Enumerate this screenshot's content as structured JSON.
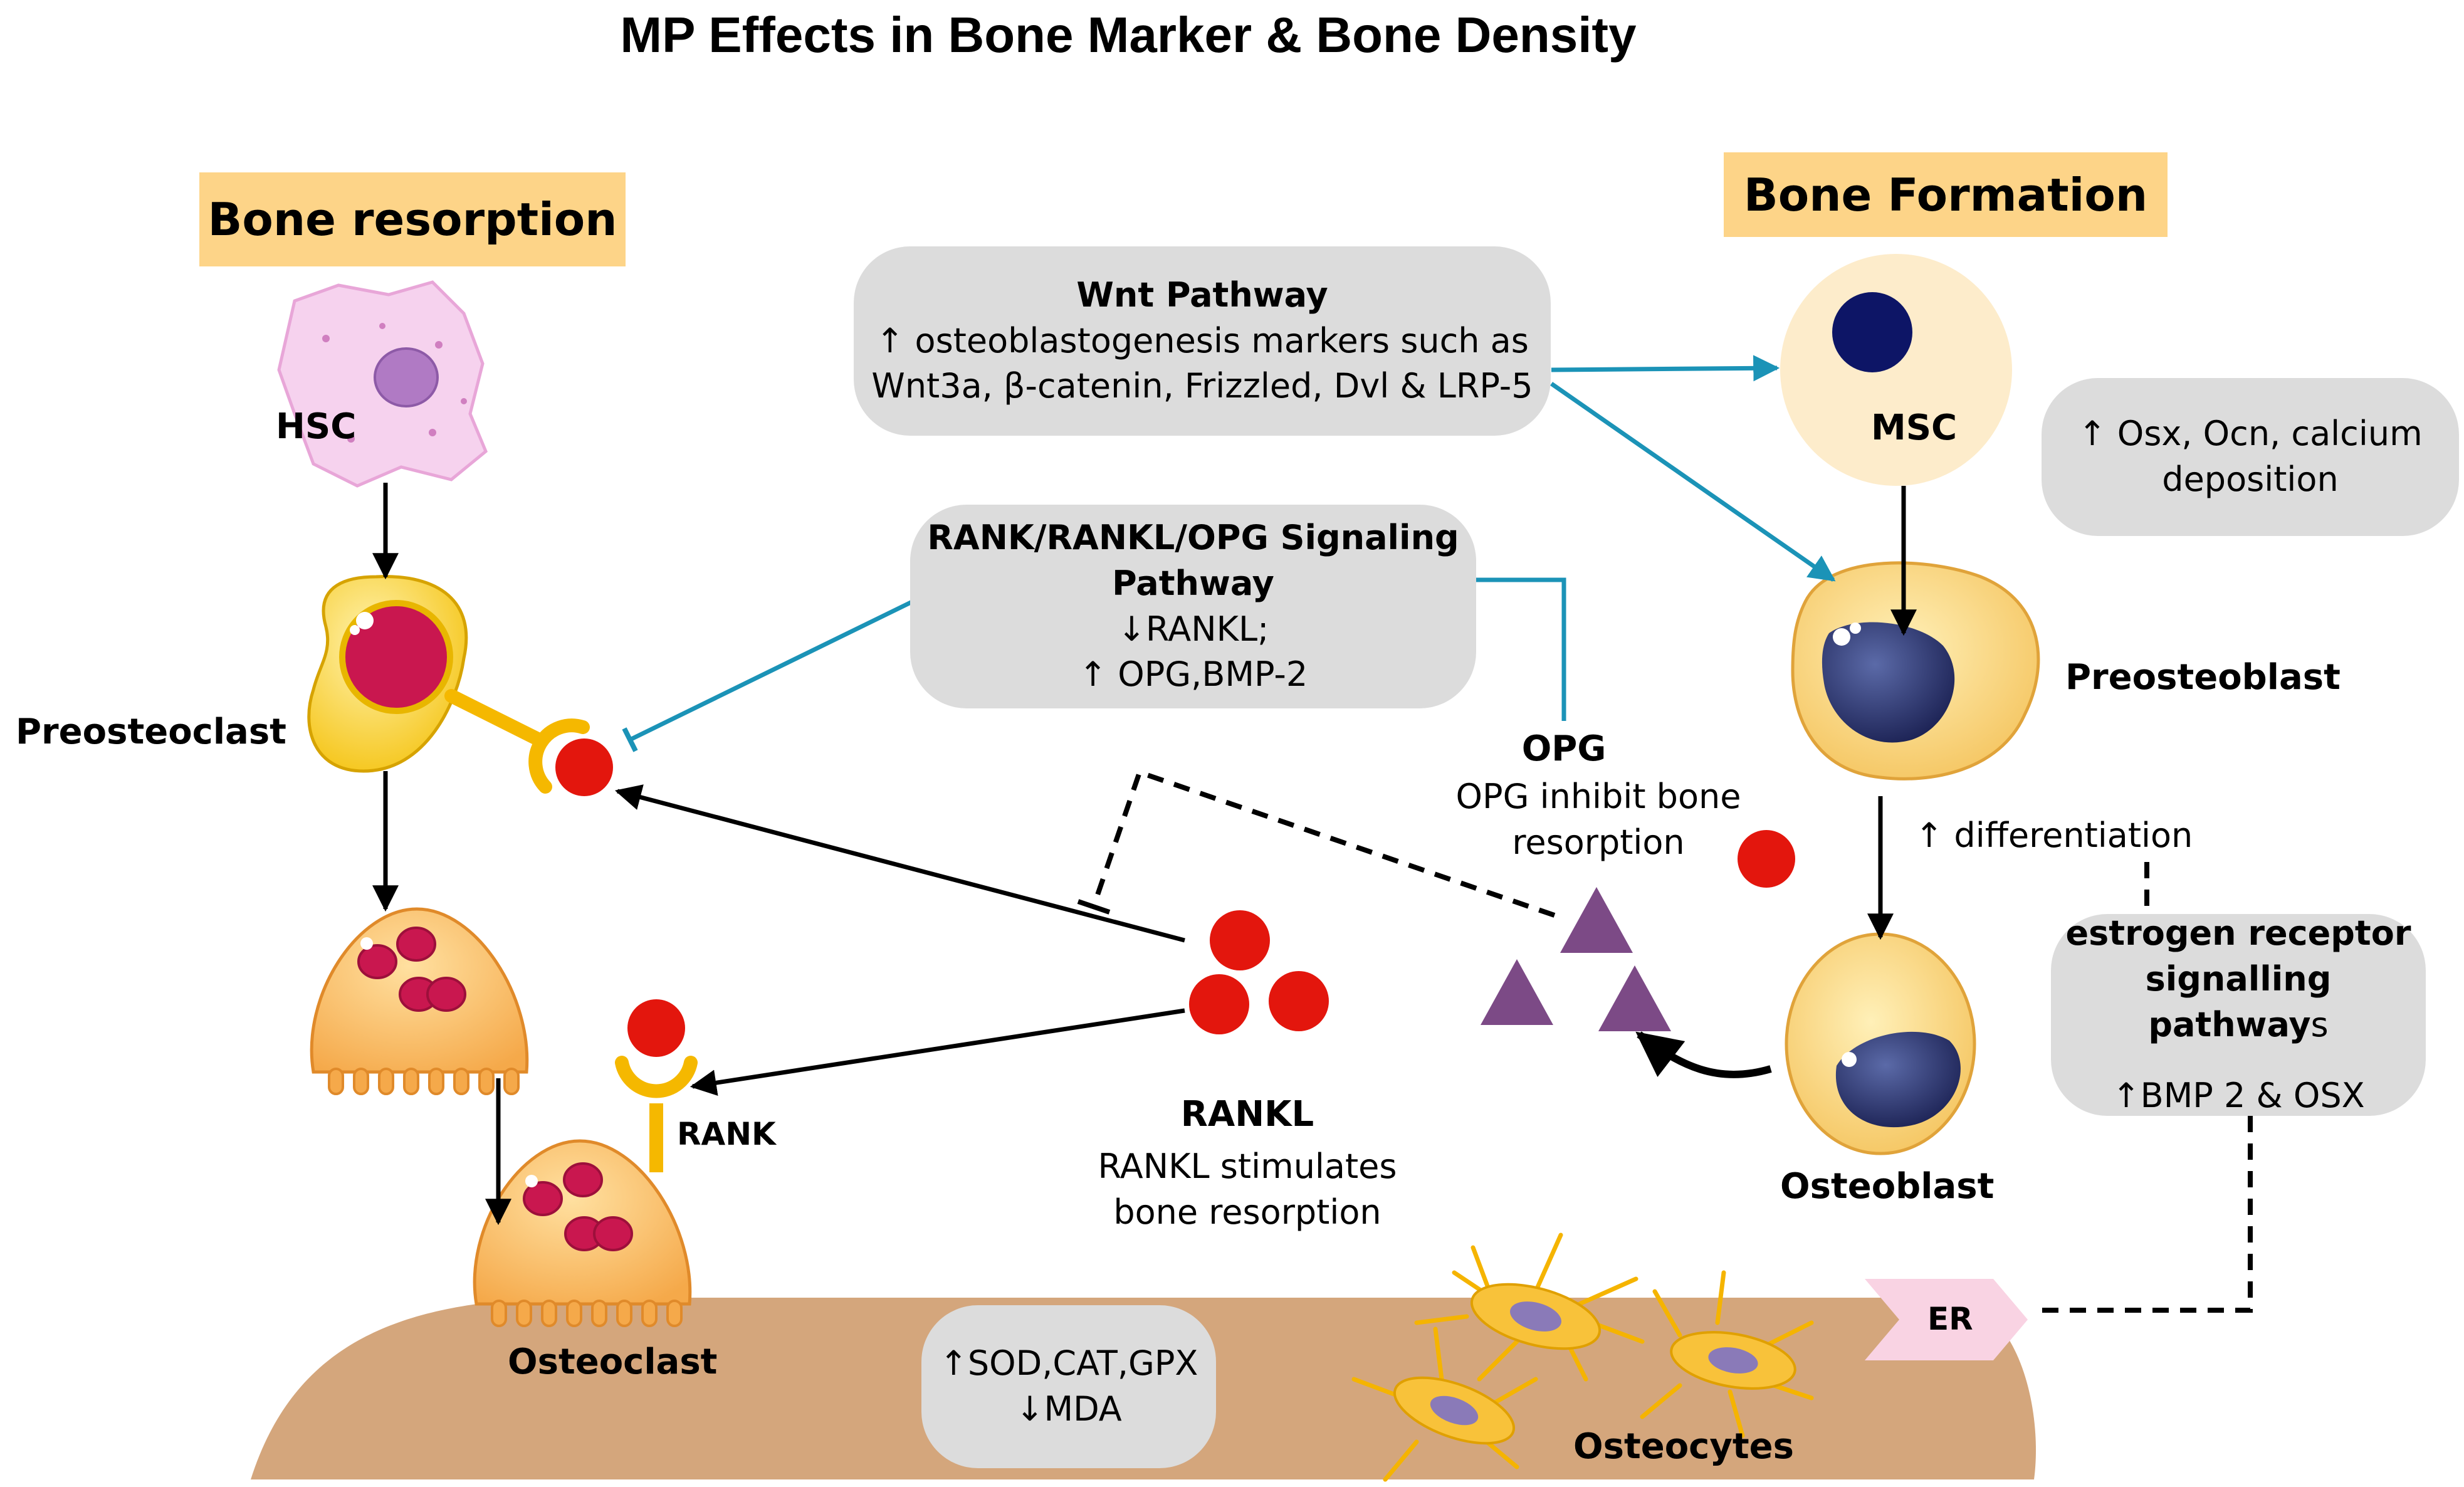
{
  "title": "MP Effects in Bone Marker & Bone Density",
  "headers": {
    "resorption": "Bone resorption",
    "formation": "Bone Formation"
  },
  "cells": {
    "hsc": "HSC",
    "preosteoclast": "Preosteoclast",
    "osteoclast": "Osteoclast",
    "rank": "RANK",
    "rankl": "RANKL",
    "opg": "OPG",
    "msc": "MSC",
    "preosteoblast": "Preosteoblast",
    "osteoblast": "Osteoblast",
    "osteocytes": "Osteocytes",
    "er": "ER"
  },
  "annotations": {
    "rankl_desc_1": "RANKL stimulates",
    "rankl_desc_2": "bone resorption",
    "opg_desc_1": "OPG inhibit bone",
    "opg_desc_2": "resorption",
    "differentiation": "↑ differentiation"
  },
  "boxes": {
    "wnt": {
      "title": "Wnt Pathway",
      "line1": "↑  osteoblastogenesis markers such as",
      "line2": "Wnt3a, β-catenin, Frizzled, Dvl & LRP-5"
    },
    "rank": {
      "title1": "RANK/RANKL/OPG Signaling",
      "title2": "Pathway",
      "line1": "↓RANKL;",
      "line2": "↑ OPG,BMP-2"
    },
    "osx": {
      "line1": "↑ Osx, Ocn, calcium",
      "line2": "deposition"
    },
    "er": {
      "title1": "estrogen receptor",
      "title2a": "signalling pathway",
      "title2b": "s",
      "line1": "↑BMP 2 & OSX"
    },
    "sod": {
      "line1": "↑SOD,CAT,GPX",
      "line2": "↓MDA"
    }
  },
  "colors": {
    "header_bg": "#fdd488",
    "box_bg": "#dcdcdc",
    "teal_arrow": "#1b93b7",
    "bone": "#d4a67c",
    "rankl_dot": "#e3160d",
    "opg_triangle": "#7c4a86",
    "er_tag": "#f9d3e3"
  }
}
